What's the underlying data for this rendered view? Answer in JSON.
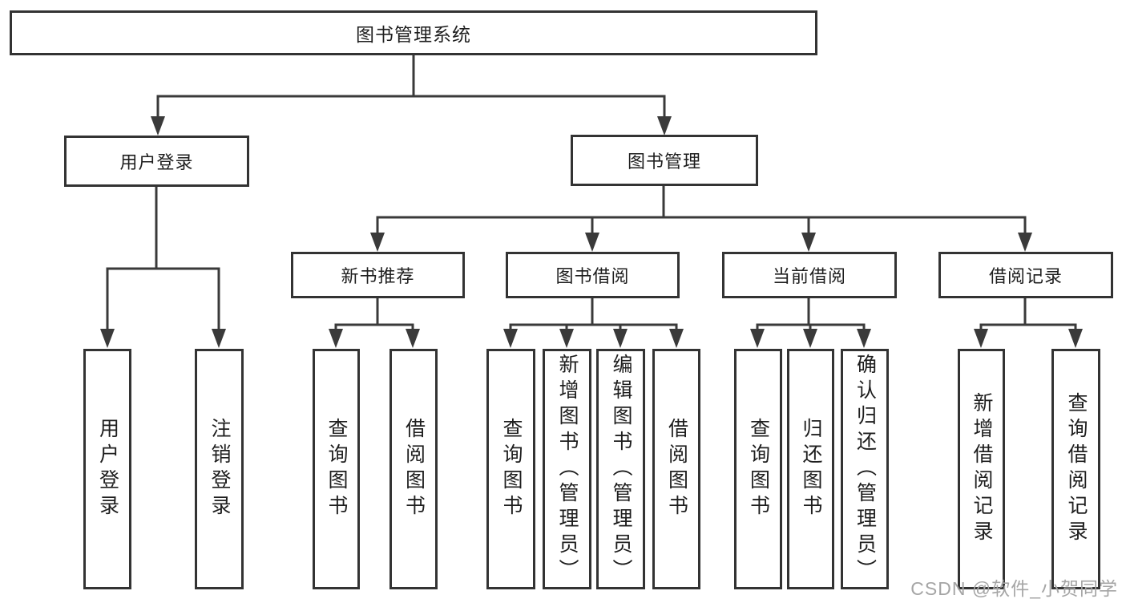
{
  "page": {
    "watermark": "CSDN @软件_小贺同学"
  },
  "colors": {
    "background": "#ffffff",
    "line": "#3a3a3a",
    "box_border": "#333333",
    "text": "#1e1e1e",
    "watermark": "#a5a5a5"
  },
  "tree": {
    "root": {
      "label": "图书管理系统",
      "children": [
        {
          "label": "用户登录",
          "children": [
            {
              "label": "用户登录"
            },
            {
              "label": "注销登录"
            }
          ]
        },
        {
          "label": "图书管理",
          "children": [
            {
              "label": "新书推荐",
              "children": [
                {
                  "label": "查询图书"
                },
                {
                  "label": "借阅图书"
                }
              ]
            },
            {
              "label": "图书借阅",
              "children": [
                {
                  "label": "查询图书"
                },
                {
                  "label": "新增图书（管理员）"
                },
                {
                  "label": "编辑图书（管理员）"
                },
                {
                  "label": "借阅图书"
                }
              ]
            },
            {
              "label": "当前借阅",
              "children": [
                {
                  "label": "查询图书"
                },
                {
                  "label": "归还图书"
                },
                {
                  "label": "确认归还（管理员）"
                }
              ]
            },
            {
              "label": "借阅记录",
              "children": [
                {
                  "label": "新增借阅记录"
                },
                {
                  "label": "查询借阅记录"
                }
              ]
            }
          ]
        }
      ]
    }
  }
}
